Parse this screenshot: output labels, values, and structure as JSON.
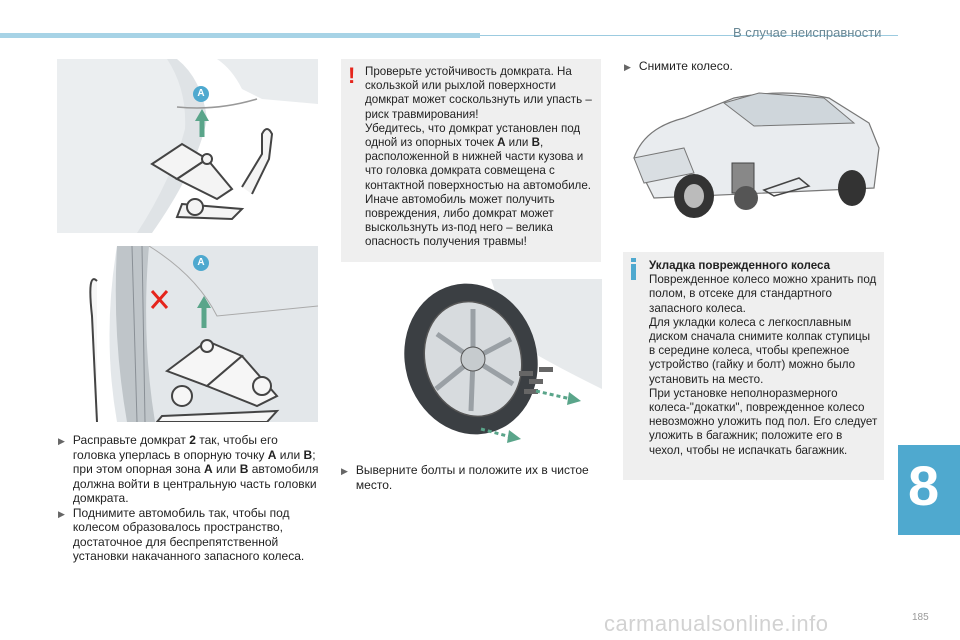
{
  "header": {
    "title": "В случае неисправности",
    "page_number": "185",
    "chapter": "8"
  },
  "watermark": "carmanualsonline.info",
  "col1": {
    "fig_labels": {
      "top_point": "A",
      "bottom_point": "A"
    },
    "bullets": [
      {
        "pre": "Расправьте домкрат ",
        "b1": "2",
        "mid1": " так, чтобы его головка упер­лась в опорную точку ",
        "b2": "A",
        "mid2": " или ",
        "b3": "B",
        "post": "; при этом опорная зона ",
        "b4": "A",
        "mid3": " или ",
        "b5": "B",
        "post2": " автомобиля должна войти в центральную часть головки домкрата."
      },
      {
        "text": "Поднимите автомобиль так, чтобы под колесом образовалось пространство, достаточное для беспрепятственной установки накачанного запасного колеса."
      }
    ]
  },
  "warning": {
    "line1": "Проверьте устойчивость домкрата. На скользкой или рыхлой поверхности домкрат может соскользнуть или упасть – риск травмирования!",
    "line2_pre": "Убедитесь, что домкрат установлен под одной из опорных точек ",
    "a": "A",
    "or": " или ",
    "b": "B",
    "line2_post": ", расположенной в нижней части кузова и что головка домкрата совмещена с контактной поверхностью на автомобиле. Иначе автомобиль может получить повреждения, либо домкрат может выскользнуть из-под него – велика опасность получения травмы!"
  },
  "col2": {
    "bullet": "Выверните болты и положите их в чистое место."
  },
  "col3": {
    "bullet": "Снимите колесо.",
    "info_title": "Укладка поврежденного колеса",
    "info_body1": "Поврежденное колесо можно хранить под полом, в отсеке для стандартного запасного колеса.",
    "info_body2": "Для укладки колеса с легкосплавным диском сначала снимите колпак ступицы в середине колеса, чтобы крепежное устройство (гайку и болт) можно было установить на место.",
    "info_body3": "При установке неполноразмерного колеса-\"докатки\", поврежденное колесо невозможно уложить под пол. Его следует уложить в багажник; положите его в чехол, чтобы не испачкать багажник."
  },
  "colors": {
    "accent": "#4fa9cf",
    "warning": "#e5251c",
    "arrow": "#5aa58a",
    "box_bg": "#efefef"
  }
}
